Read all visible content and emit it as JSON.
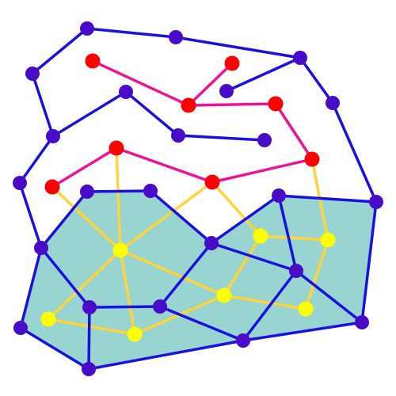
{
  "puzzle": {
    "colors": {
      "background": "#ffffff",
      "region_fill": "#98d4d0",
      "blue_edge": "#1a10e0",
      "blue_node": "#4a0bc8",
      "pink_edge": "#ee1199",
      "red_node": "#ff0000",
      "yellow_edge": "#ffd43a",
      "yellow_node": "#ffff00"
    },
    "node_groups": [
      "blue",
      "red",
      "yellow"
    ],
    "edge_groups": [
      "blue",
      "pink",
      "yellow"
    ],
    "region": {
      "shape": "polygon",
      "fill_color_key": "region_fill"
    }
  }
}
